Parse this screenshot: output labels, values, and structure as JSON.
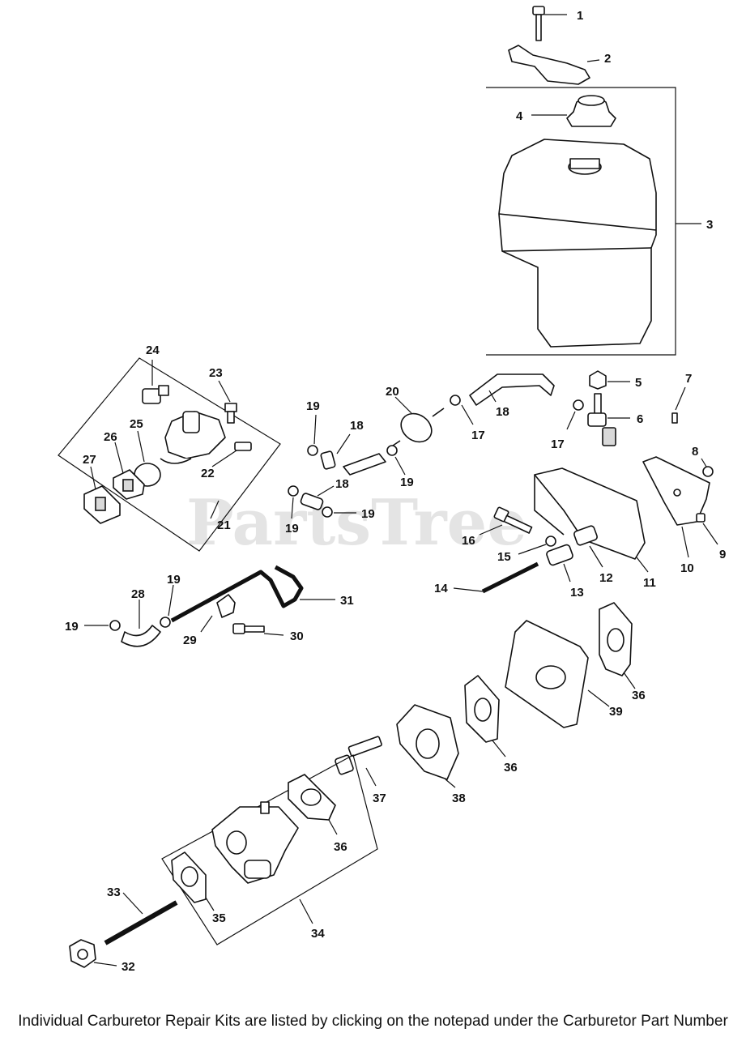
{
  "watermark": "PartsTree",
  "footer_note": "Individual Carburetor Repair Kits are listed by clicking on the notepad under the Carburetor Part Number",
  "callouts": {
    "c1": "1",
    "c2": "2",
    "c3": "3",
    "c4": "4",
    "c5": "5",
    "c6": "6",
    "c7": "7",
    "c8": "8",
    "c9": "9",
    "c10": "10",
    "c11": "11",
    "c12": "12",
    "c13": "13",
    "c14": "14",
    "c15": "15",
    "c16": "16",
    "c17a": "17",
    "c17b": "17",
    "c18a": "18",
    "c18b": "18",
    "c18c": "18",
    "c19a": "19",
    "c19b": "19",
    "c19c": "19",
    "c19d": "19",
    "c19e": "19",
    "c19f": "19",
    "c20": "20",
    "c21": "21",
    "c22": "22",
    "c23": "23",
    "c24": "24",
    "c25": "25",
    "c26": "26",
    "c27": "27",
    "c28": "28",
    "c29": "29",
    "c30": "30",
    "c31": "31",
    "c32": "32",
    "c33": "33",
    "c34": "34",
    "c35": "35",
    "c36a": "36",
    "c36b": "36",
    "c36c": "36",
    "c37": "37",
    "c38": "38",
    "c39": "39"
  }
}
